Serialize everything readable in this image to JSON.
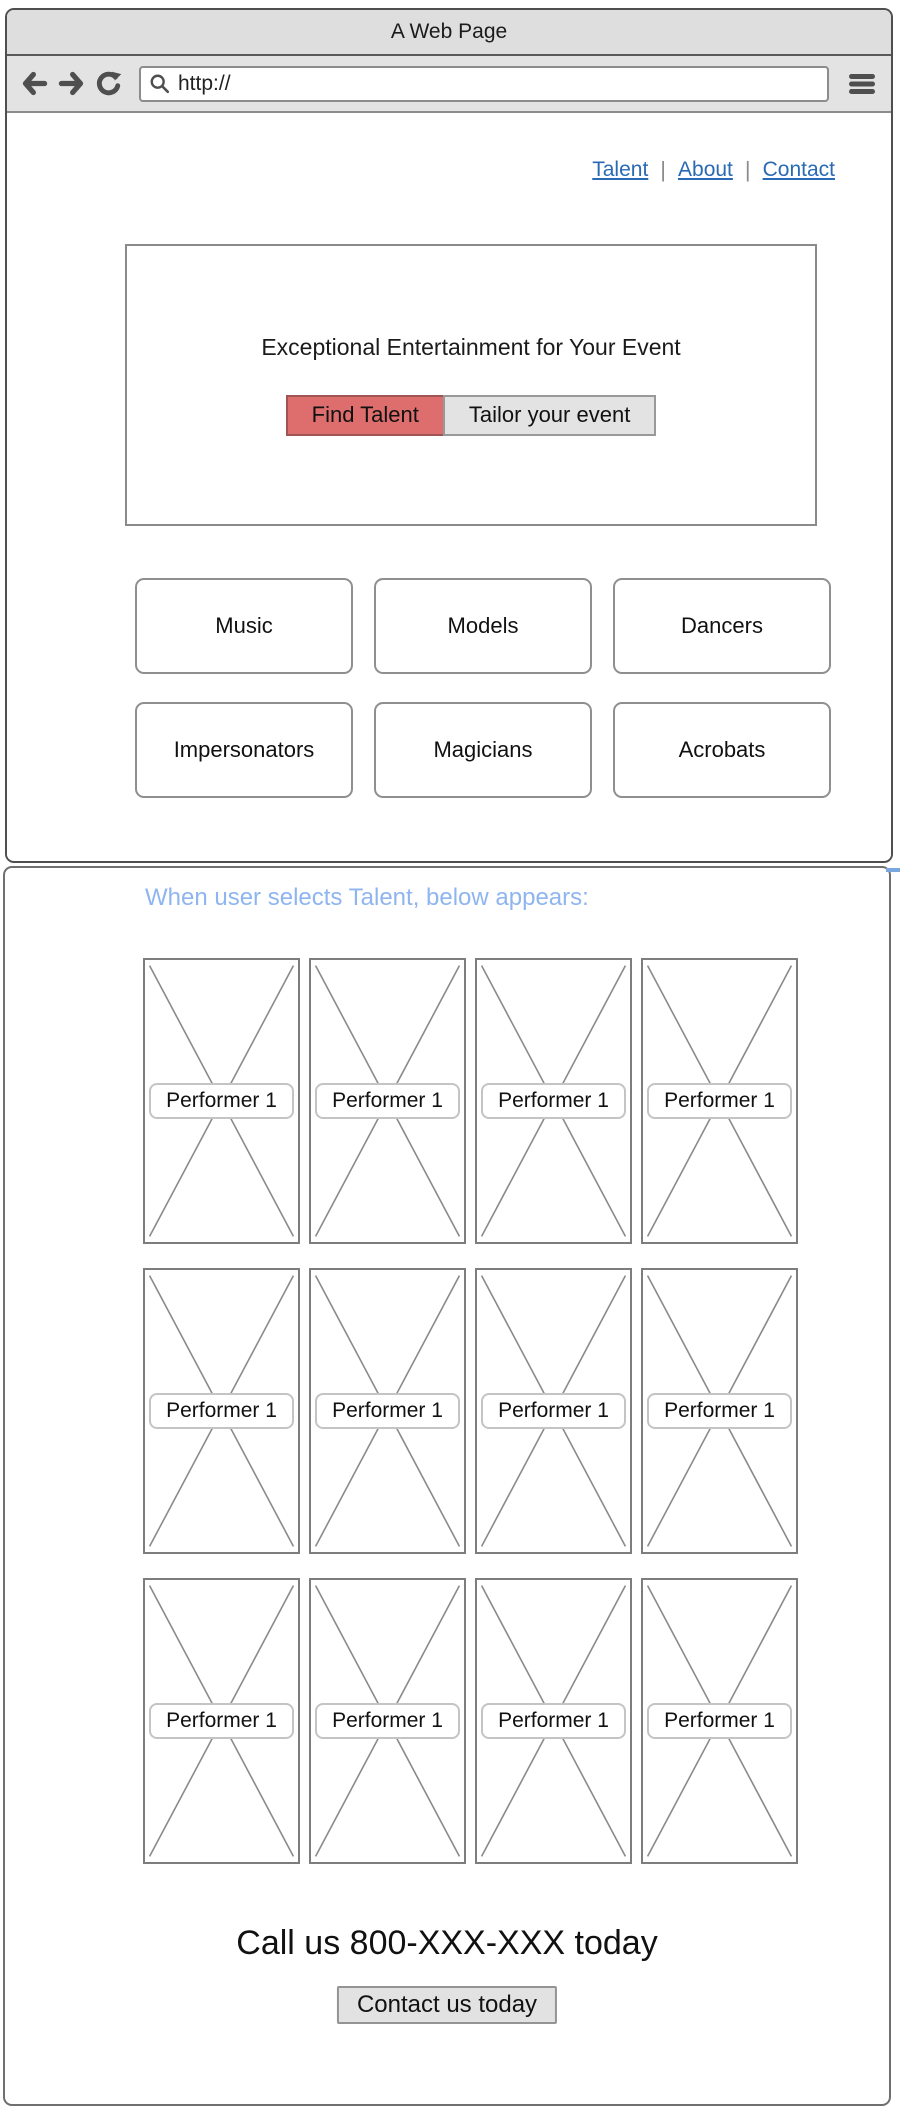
{
  "browser": {
    "title": "A Web Page",
    "url": "http://"
  },
  "nav": {
    "links": [
      "Talent",
      "About",
      "Contact"
    ],
    "separator": "|"
  },
  "hero": {
    "heading": "Exceptional Entertainment for Your Event",
    "primary_button": "Find Talent",
    "secondary_button": "Tailor your event"
  },
  "categories": [
    "Music",
    "Models",
    "Dancers",
    "Impersonators",
    "Magicians",
    "Acrobats"
  ],
  "annotation": {
    "text": "When user selects Talent, below appears:"
  },
  "performers": {
    "label": "Performer 1",
    "rows": 3,
    "cols": 4
  },
  "footer": {
    "heading": "Call us 800-XXX-XXX today",
    "button": "Contact us today"
  },
  "colors": {
    "primary_red": "#de6d6d",
    "link_blue": "#2a6ab4",
    "annotation_blue": "#8fb5f0",
    "chrome_gray": "#dedede",
    "border_gray": "#4f4f4f"
  }
}
